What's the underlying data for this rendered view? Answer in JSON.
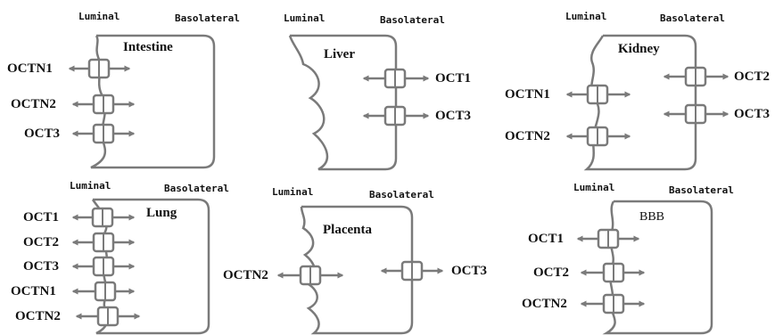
{
  "colors": {
    "outline": "#7a7a7a",
    "transporter_fill": "#ffffff",
    "text": "#111111"
  },
  "icons": {
    "transporter": "transporter-square-icon",
    "arrow": "bidirectional-arrow-icon"
  },
  "panels": [
    {
      "organ": "Intestine",
      "luminal": "Luminal",
      "basolateral": "Basolateral",
      "transporters": [
        {
          "name": "OCTN1"
        },
        {
          "name": "OCTN2"
        },
        {
          "name": "OCT3"
        }
      ]
    },
    {
      "organ": "Liver",
      "luminal": "Luminal",
      "basolateral": "Basolateral",
      "transporters": [
        {
          "name": "OCT1"
        },
        {
          "name": "OCT3"
        }
      ]
    },
    {
      "organ": "Kidney",
      "luminal": "Luminal",
      "basolateral": "Basolateral",
      "transporters": [
        {
          "name": "OCT2"
        },
        {
          "name": "OCT3"
        },
        {
          "name": "OCTN1"
        },
        {
          "name": "OCTN2"
        }
      ]
    },
    {
      "organ": "Lung",
      "luminal": "Luminal",
      "basolateral": "Basolateral",
      "transporters": [
        {
          "name": "OCT1"
        },
        {
          "name": "OCT2"
        },
        {
          "name": "OCT3"
        },
        {
          "name": "OCTN1"
        },
        {
          "name": "OCTN2"
        }
      ]
    },
    {
      "organ": "Placenta",
      "luminal": "Luminal",
      "basolateral": "Basolateral",
      "transporters": [
        {
          "name": "OCTN2"
        },
        {
          "name": "OCT3"
        }
      ]
    },
    {
      "organ": "BBB",
      "luminal": "Luminal",
      "basolateral": "Basolateral",
      "transporters": [
        {
          "name": "OCT1"
        },
        {
          "name": "OCT2"
        },
        {
          "name": "OCTN2"
        }
      ]
    }
  ]
}
